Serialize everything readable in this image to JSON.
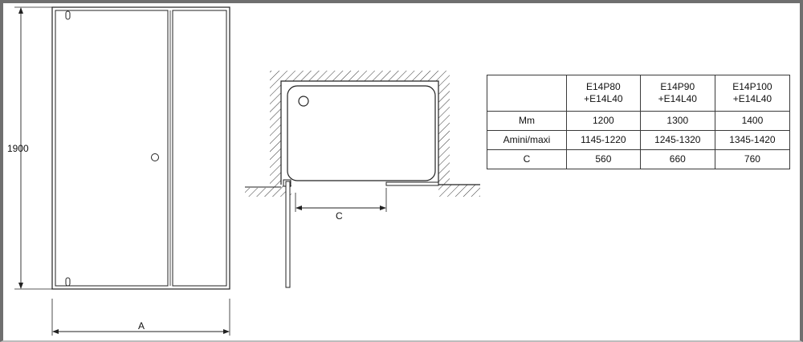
{
  "drawing": {
    "height_label": "1900",
    "width_label": "A",
    "c_label": "C"
  },
  "table": {
    "header": [
      {
        "line1": "E14P80",
        "line2": "+E14L40"
      },
      {
        "line1": "E14P90",
        "line2": "+E14L40"
      },
      {
        "line1": "E14P100",
        "line2": "+E14L40"
      }
    ],
    "rows": [
      {
        "label": "Mm",
        "values": [
          "1200",
          "1300",
          "1400"
        ]
      },
      {
        "label": "Amini/maxi",
        "values": [
          "1145-1220",
          "1245-1320",
          "1345-1420"
        ]
      },
      {
        "label": "C",
        "values": [
          "560",
          "660",
          "760"
        ]
      }
    ]
  },
  "colors": {
    "line": "#222222",
    "frame": "#6f6f6f"
  }
}
